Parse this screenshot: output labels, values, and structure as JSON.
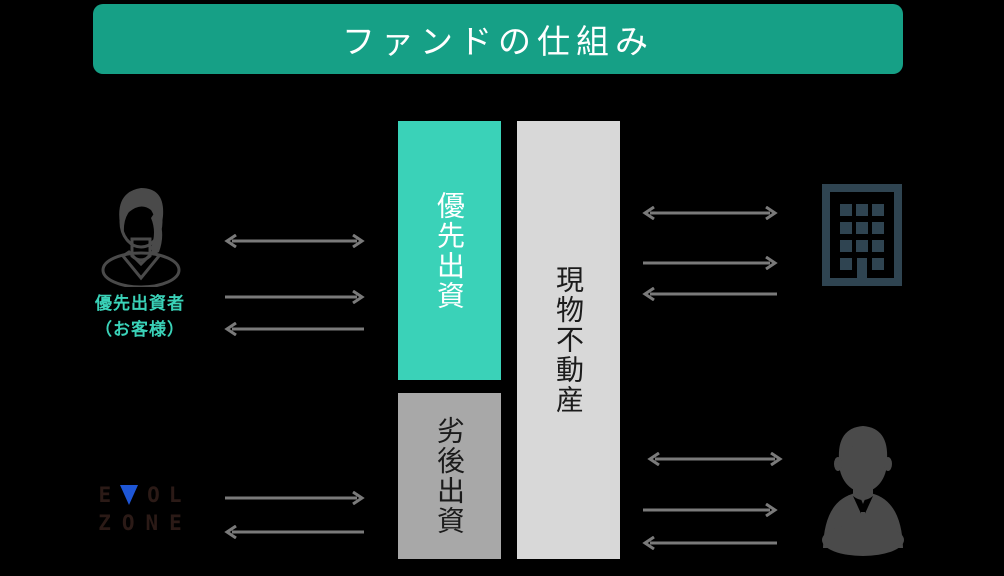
{
  "banner": {
    "title": "ファンドの仕組み",
    "bg_color": "#16a086",
    "text_color": "#ffffff"
  },
  "colors": {
    "background": "#000000",
    "banner_teal": "#16a086",
    "accent_teal": "#3ad2b8",
    "subordinate_gray": "#a8a8a8",
    "asset_gray": "#d8d8d8",
    "arrow_gray": "#7a7a7a",
    "figure_gray": "#4a4a4a",
    "building_slate": "#2f4451",
    "logo_dark": "#2b1a16",
    "logo_blue": "#1e56d6"
  },
  "center": {
    "senior": {
      "label": "優先出資",
      "bg_color": "#3ad2b8",
      "text_color": "#ffffff"
    },
    "subordinate": {
      "label": "劣後出資",
      "bg_color": "#a8a8a8",
      "text_color": "#1b1b1b"
    },
    "asset": {
      "label": "現物不動産",
      "bg_color": "#d8d8d8",
      "text_color": "#1b1b1b"
    }
  },
  "left": {
    "investor": {
      "icon": "woman-silhouette-icon",
      "label_line1": "優先出資者",
      "label_line2": "（お客様）",
      "label_color": "#3ad2b8"
    },
    "company": {
      "icon": "evol-zone-logo",
      "name_line1": "EVOL",
      "name_line2": "ZONE",
      "letters_line1": [
        "E",
        "V",
        "O",
        "L"
      ],
      "letters_line2": [
        "Z",
        "O",
        "N",
        "E"
      ],
      "triangle_letter_index": 1
    }
  },
  "right": {
    "property": {
      "icon": "building-icon",
      "window_rows": 4,
      "window_cols": 3
    },
    "operator": {
      "icon": "businessman-silhouette-icon"
    }
  },
  "arrows": {
    "investor_to_senior": [
      {
        "name": "arrow-investor-senior-bidirectional",
        "direction": "both"
      },
      {
        "name": "arrow-investor-to-senior-right",
        "direction": "right"
      },
      {
        "name": "arrow-senior-to-investor-left",
        "direction": "left"
      }
    ],
    "company_to_subordinate": [
      {
        "name": "arrow-company-to-subordinate-right",
        "direction": "right"
      },
      {
        "name": "arrow-subordinate-to-company-left",
        "direction": "left"
      }
    ],
    "asset_to_building": [
      {
        "name": "arrow-asset-building-bidirectional",
        "direction": "both"
      },
      {
        "name": "arrow-asset-to-building-right",
        "direction": "right"
      },
      {
        "name": "arrow-building-to-asset-left",
        "direction": "left"
      }
    ],
    "asset_to_operator": [
      {
        "name": "arrow-asset-operator-bidirectional",
        "direction": "both"
      },
      {
        "name": "arrow-asset-to-operator-right",
        "direction": "right"
      },
      {
        "name": "arrow-operator-to-asset-left",
        "direction": "left"
      }
    ]
  }
}
